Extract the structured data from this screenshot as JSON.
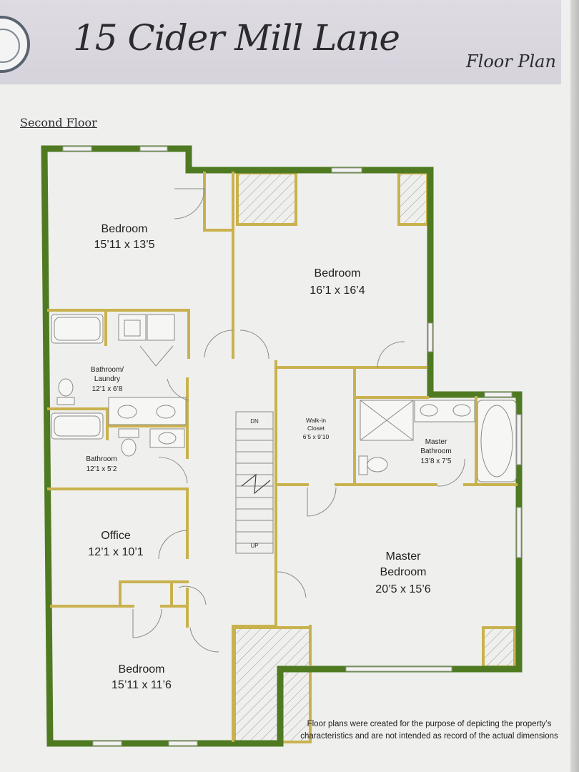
{
  "header": {
    "title": "15 Cider Mill Lane",
    "subtitle": "Floor Plan",
    "floor_label": "Second Floor"
  },
  "rooms": [
    {
      "name": "Bedroom",
      "size": "15’11 x 13’5"
    },
    {
      "name": "Bedroom",
      "size": "16’1 x 16’4"
    },
    {
      "name": "Bathroom/",
      "name2": "Laundry",
      "size": "12’1 x 6’8"
    },
    {
      "name": "Bathroom",
      "size": "12’1 x 5’2"
    },
    {
      "name": "Walk-in",
      "name2": "Closet",
      "size": "6’5 x 9’10"
    },
    {
      "name": "Master",
      "name2": "Bathroom",
      "size": "13’8 x 7’5"
    },
    {
      "name": "Office",
      "size": "12’1 x 10’1"
    },
    {
      "name": "Master",
      "name2": "Bedroom",
      "size": "20’5 x 15’6"
    },
    {
      "name": "Bedroom",
      "size": "15’11 x 11’6"
    }
  ],
  "stairs": {
    "down": "DN",
    "up": "UP"
  },
  "disclaimer": "Floor plans were created for the purpose of depicting the property’s characteristics and are not intended as record of the actual dimensions",
  "colors": {
    "exterior_wall": "#4f7a22",
    "interior_wall": "#c9b24e",
    "banner": "#d9d6df"
  }
}
